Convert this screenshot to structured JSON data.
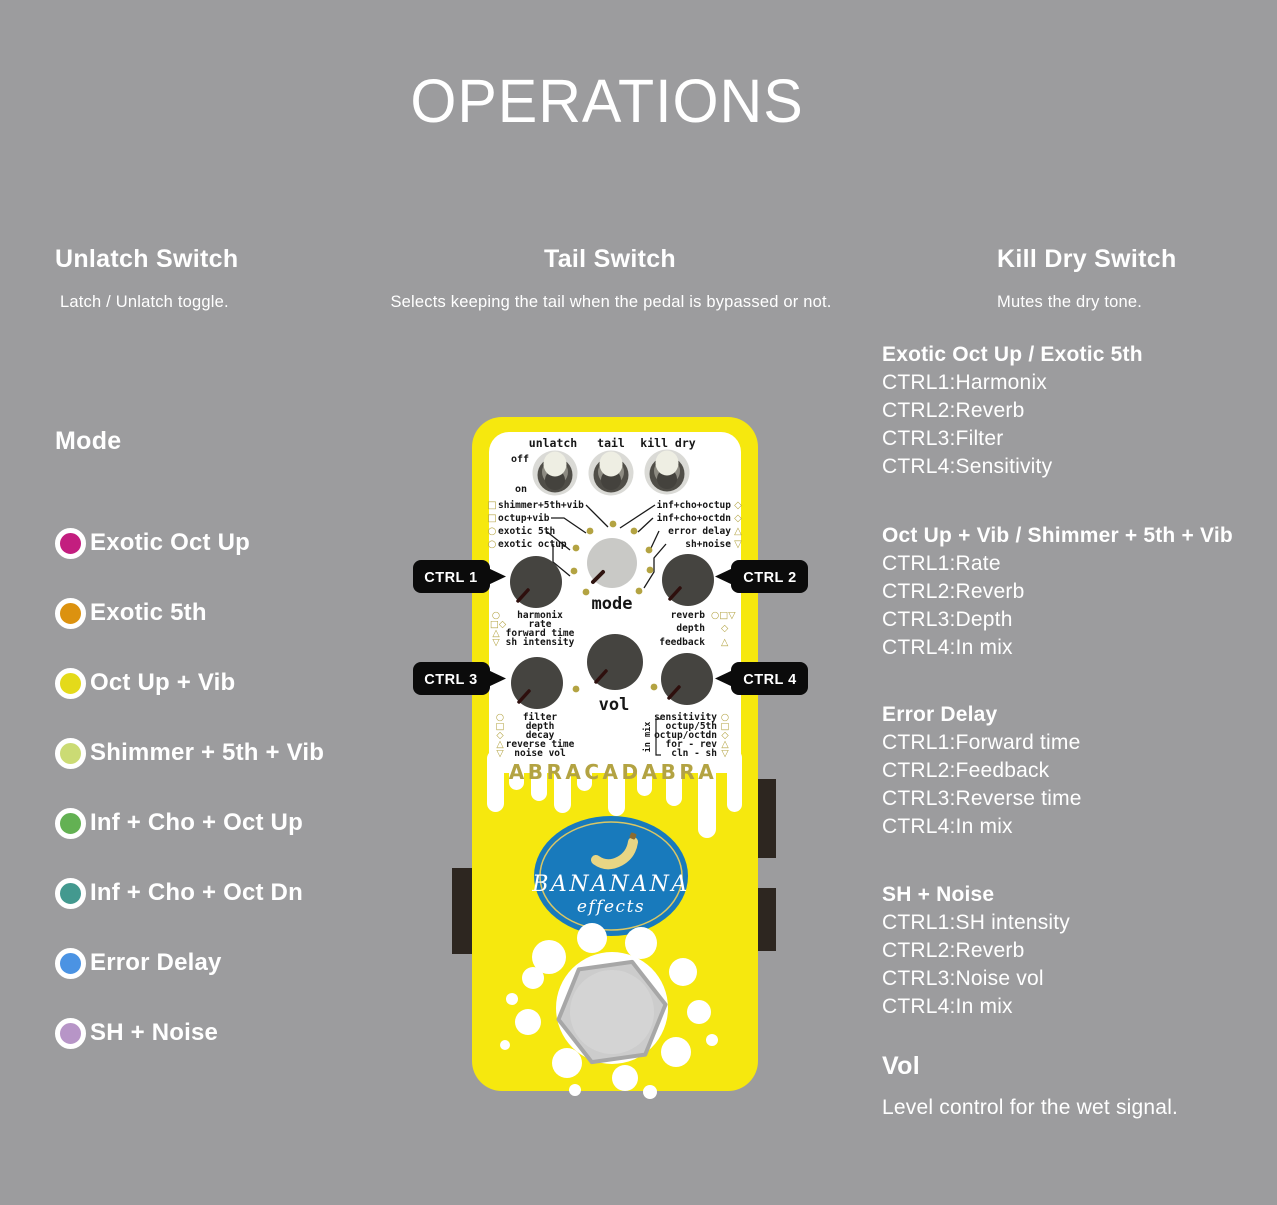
{
  "page": {
    "title": "OPERATIONS",
    "background": "#9c9c9e",
    "text_color": "#ffffff"
  },
  "switch_sections": [
    {
      "title": "Unlatch Switch",
      "description": "Latch / Unlatch toggle."
    },
    {
      "title": "Tail Switch",
      "description": "Selects keeping the tail when the pedal is bypassed or not."
    },
    {
      "title": "Kill Dry Switch",
      "description": "Mutes the dry tone."
    }
  ],
  "mode_section": {
    "title": "Mode",
    "items": [
      {
        "label": "Exotic Oct Up",
        "color": "#c31e7f"
      },
      {
        "label": "Exotic 5th",
        "color": "#dc920f"
      },
      {
        "label": "Oct Up + Vib",
        "color": "#e4da1a"
      },
      {
        "label": "Shimmer + 5th + Vib",
        "color": "#cbdb74"
      },
      {
        "label": "Inf + Cho + Oct Up",
        "color": "#63b153"
      },
      {
        "label": "Inf + Cho + Oct Dn",
        "color": "#43998f"
      },
      {
        "label": "Error Delay",
        "color": "#4b93e3"
      },
      {
        "label": "SH + Noise",
        "color": "#b795c7"
      }
    ]
  },
  "ctrl_sections": [
    {
      "title": "Exotic Oct Up / Exotic 5th",
      "lines": [
        "CTRL1:Harmonix",
        "CTRL2:Reverb",
        "CTRL3:Filter",
        "CTRL4:Sensitivity"
      ]
    },
    {
      "title": "Oct Up + Vib / Shimmer + 5th + Vib",
      "lines": [
        "CTRL1:Rate",
        "CTRL2:Reverb",
        "CTRL3:Depth",
        "CTRL4:In mix"
      ]
    },
    {
      "title": "Error Delay",
      "lines": [
        "CTRL1:Forward time",
        "CTRL2:Feedback",
        "CTRL3:Reverse time",
        "CTRL4:In mix"
      ]
    },
    {
      "title": "SH + Noise",
      "lines": [
        "CTRL1:SH intensity",
        "CTRL2:Reverb",
        "CTRL3:Noise vol",
        "CTRL4:In mix"
      ]
    }
  ],
  "vol_section": {
    "title": "Vol",
    "description": "Level control for the wet signal."
  },
  "pedal": {
    "body_color": "#f6e80e",
    "accent_olive": "#b3a342",
    "logo_blue": "#187abc",
    "brand": "ABRACADABRA",
    "logo": {
      "line1": "BANANANA",
      "line2": "effects"
    },
    "switches": [
      "unlatch",
      "tail",
      "kill dry"
    ],
    "off_label": "off",
    "on_label": "on",
    "mode_knob_label": "mode",
    "vol_knob_label": "vol",
    "ctrl_tags": [
      "CTRL 1",
      "CTRL 2",
      "CTRL 3",
      "CTRL 4"
    ],
    "left_mode_labels": [
      {
        "icon": "□",
        "text": "shimmer+5th+vib"
      },
      {
        "icon": "□",
        "text": "octup+vib"
      },
      {
        "icon": "○",
        "text": "exotic 5th"
      },
      {
        "icon": "○",
        "text": "exotic octup"
      }
    ],
    "right_mode_labels": [
      {
        "text": "inf+cho+octup",
        "icon": "◇"
      },
      {
        "text": "inf+cho+octdn",
        "icon": "◇"
      },
      {
        "text": "error delay",
        "icon": "△"
      },
      {
        "text": "sh+noise",
        "icon": "▽"
      }
    ],
    "ctrl1_legend": [
      {
        "icons": "○",
        "text": "harmonix"
      },
      {
        "icons": "□◇",
        "text": "rate"
      },
      {
        "icons": "△",
        "text": "forward time"
      },
      {
        "icons": "▽",
        "text": "sh intensity"
      }
    ],
    "ctrl2_legend": [
      {
        "text": "reverb",
        "icons": "○□▽"
      },
      {
        "text": "depth",
        "icons": "◇"
      },
      {
        "text": "feedback",
        "icons": "△"
      }
    ],
    "ctrl3_legend": [
      {
        "icons": "○",
        "text": "filter"
      },
      {
        "icons": "□",
        "text": "depth"
      },
      {
        "icons": "◇",
        "text": "decay"
      },
      {
        "icons": "△",
        "text": "reverse time"
      },
      {
        "icons": "▽",
        "text": "noise vol"
      }
    ],
    "ctrl4_legend": [
      {
        "text": "sensitivity",
        "icons": "○"
      },
      {
        "text": "octup/5th",
        "icons": "□"
      },
      {
        "text": "octup/octdn",
        "icons": "◇"
      },
      {
        "text": "for - rev",
        "icons": "△"
      },
      {
        "text": "cln - sh",
        "icons": "▽"
      }
    ],
    "in_mix_label": "in mix"
  }
}
